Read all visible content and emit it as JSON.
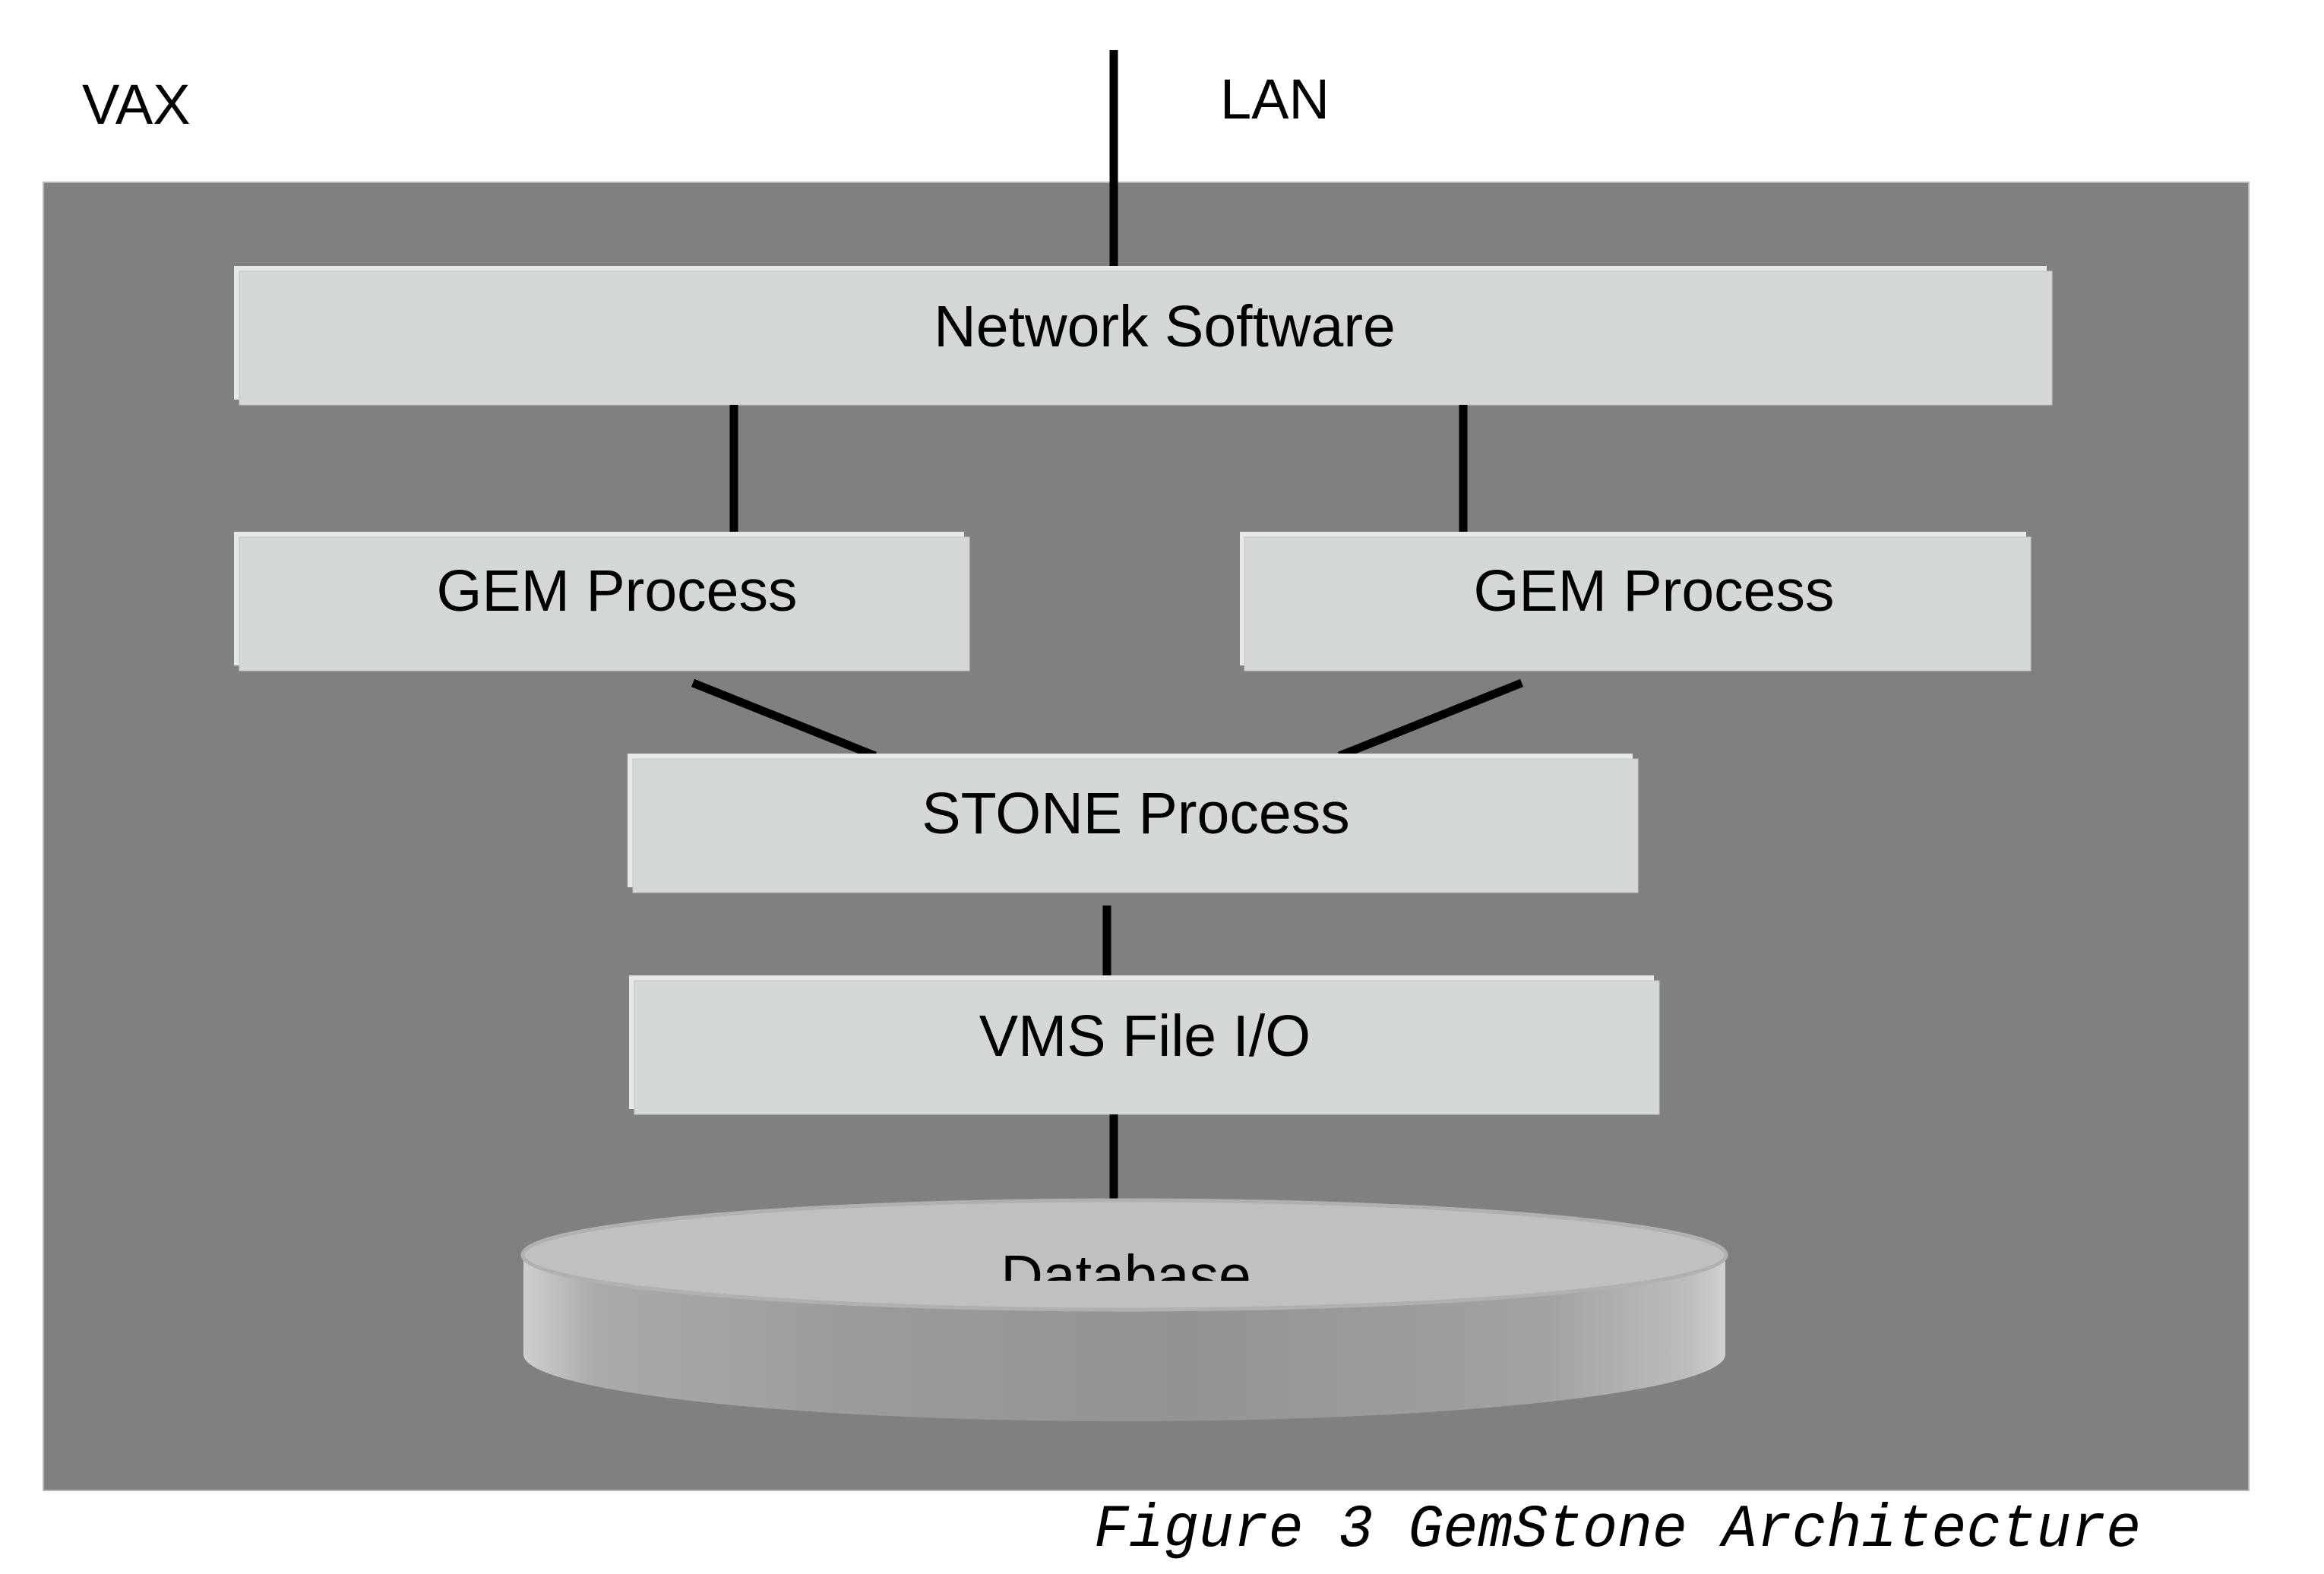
{
  "figure": {
    "caption": "Figure 3 GemStone Architecture",
    "host_label": "VAX",
    "network_label": "LAN"
  },
  "components": {
    "network_software": "Network Software",
    "gem_process_left": "GEM Process",
    "gem_process_right": "GEM Process",
    "stone_process": "STONE Process",
    "vms_file_io": "VMS File I/O",
    "database": "Database"
  },
  "connections": [
    {
      "from": "LAN",
      "to": "Network Software"
    },
    {
      "from": "Network Software",
      "to": "GEM Process (left)"
    },
    {
      "from": "Network Software",
      "to": "GEM Process (right)"
    },
    {
      "from": "GEM Process (left)",
      "to": "STONE Process"
    },
    {
      "from": "GEM Process (right)",
      "to": "STONE Process"
    },
    {
      "from": "STONE Process",
      "to": "VMS File I/O"
    },
    {
      "from": "VMS File I/O",
      "to": "Database"
    }
  ],
  "colors": {
    "host_background": "#808080",
    "box_fill": "#d3d7d8",
    "box_highlight": "#e6e8e9",
    "connector": "#000000",
    "database_top": "#c0c0c0",
    "database_side": "#999999"
  }
}
